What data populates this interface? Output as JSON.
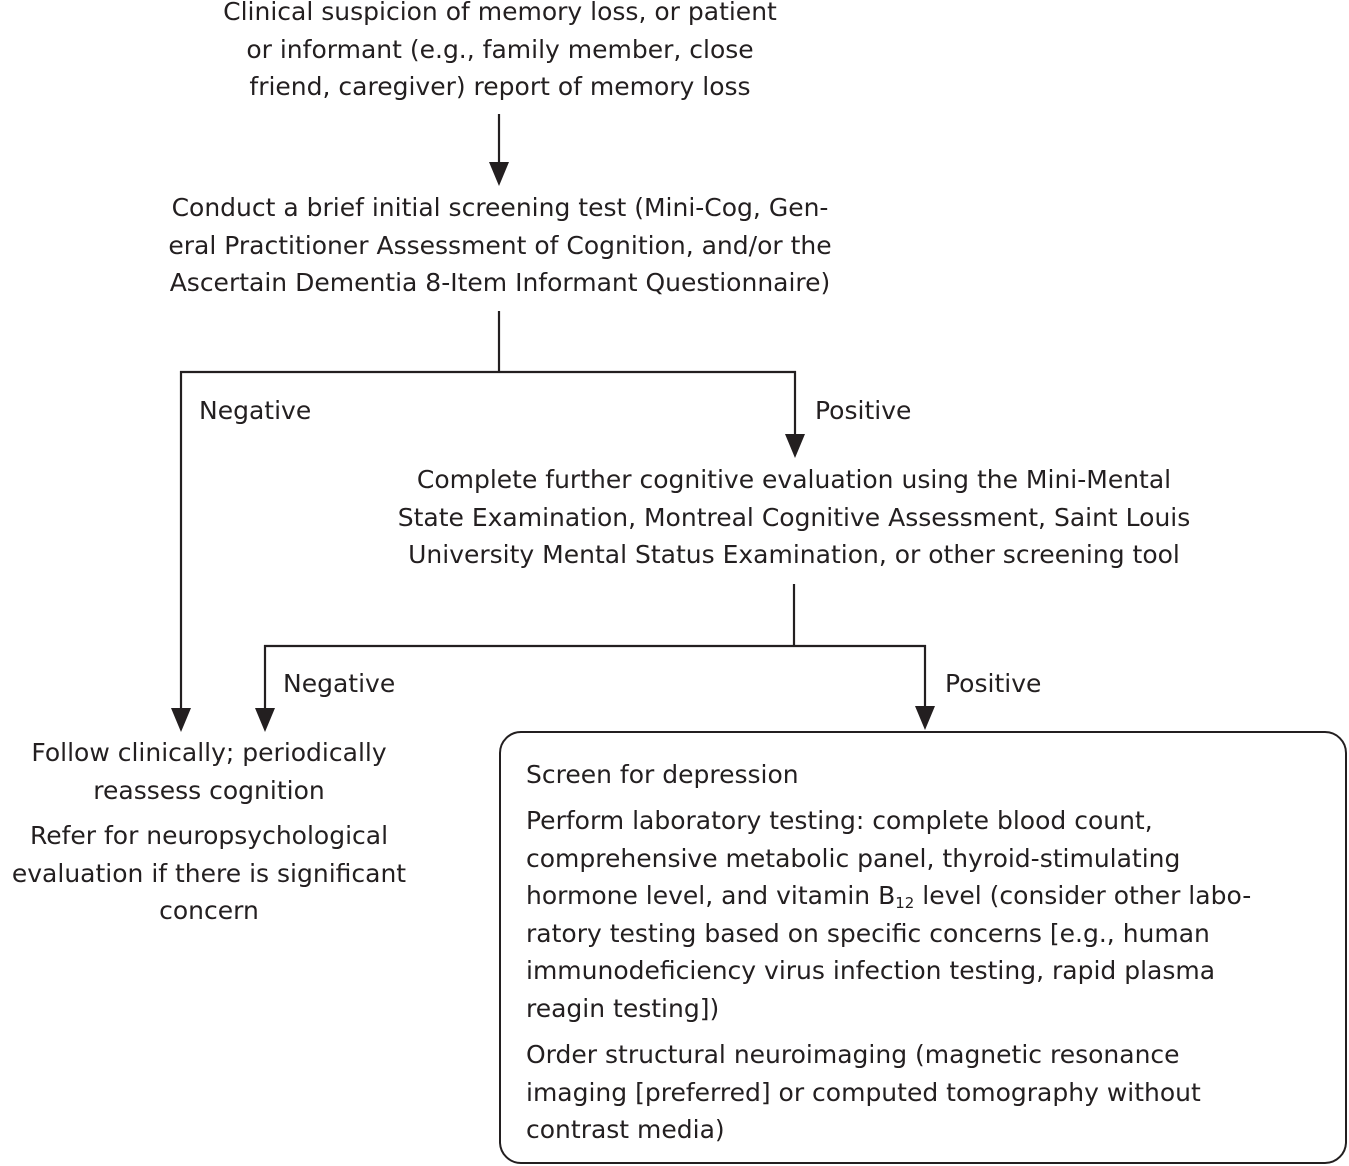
{
  "nodes": {
    "start": {
      "lines": [
        "Clinical suspicion of memory loss, or patient",
        "or informant (e.g., family member, close",
        "friend, caregiver) report of memory loss"
      ]
    },
    "initial_screening": {
      "lines": [
        "Conduct a brief initial screening test (Mini-Cog, Gen-",
        "eral Practitioner Assessment of Cognition, and/or the",
        "Ascertain Dementia 8-Item Informant Questionnaire)"
      ]
    },
    "further_evaluation": {
      "lines": [
        "Complete further cognitive evaluation using the Mini-Mental",
        "State Examination, Montreal Cognitive Assessment, Saint Louis",
        "University Mental Status Examination, or other screening tool"
      ]
    },
    "follow_clinically": {
      "para1": [
        "Follow clinically; periodically",
        "reassess cognition"
      ],
      "para2": [
        "Refer for neuropsychological",
        "evaluation if there is significant",
        "concern"
      ]
    },
    "workup": {
      "depression": "Screen for depression",
      "lab_line1": "Perform laboratory testing: complete blood count,",
      "lab_line2": "comprehensive metabolic panel, thyroid-stimulating",
      "lab_line3_pre": "hormone level, and vitamin B",
      "lab_line3_sub": "12",
      "lab_line3_post": " level (consider other labo-",
      "lab_line4": "ratory testing based on specific concerns [e.g., human",
      "lab_line5": "immunodeficiency virus infection testing, rapid plasma",
      "lab_line6": "reagin testing])",
      "imaging": [
        "Order structural neuroimaging (magnetic resonance",
        "imaging [preferred] or computed tomography without",
        "contrast media)"
      ]
    }
  },
  "branches": {
    "screen_negative": "Negative",
    "screen_positive": "Positive",
    "eval_negative": "Negative",
    "eval_positive": "Positive"
  },
  "colors": {
    "ink": "#231f20",
    "background": "#ffffff"
  }
}
